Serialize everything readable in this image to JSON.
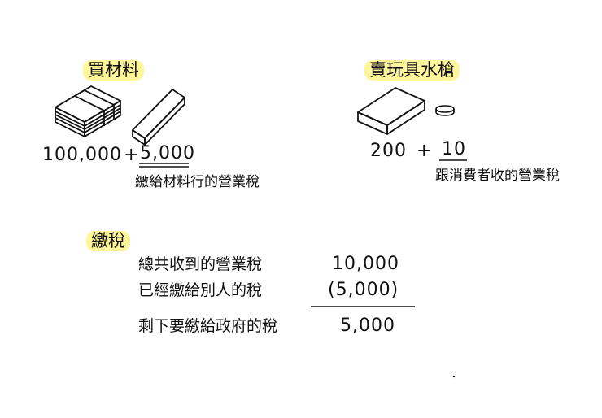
{
  "left_section": {
    "heading": "買材料",
    "cost": "100,000",
    "plus": "+",
    "tax": "5,000",
    "note": "繳給材料行的營業稅"
  },
  "right_section": {
    "heading": "賣玩具水槍",
    "price": "200",
    "plus": "+",
    "tax": "10",
    "note": "跟消費者收的營業稅"
  },
  "tax_section": {
    "heading": "繳稅",
    "rows": [
      {
        "label": "總共收到的營業稅",
        "value": "10,000"
      },
      {
        "label": "已經繳給別人的稅",
        "value": "(5,000)"
      },
      {
        "label": "剩下要繳給政府的稅",
        "value": "5,000"
      }
    ]
  },
  "colors": {
    "highlight": "#fff59a",
    "ink": "#111111"
  }
}
